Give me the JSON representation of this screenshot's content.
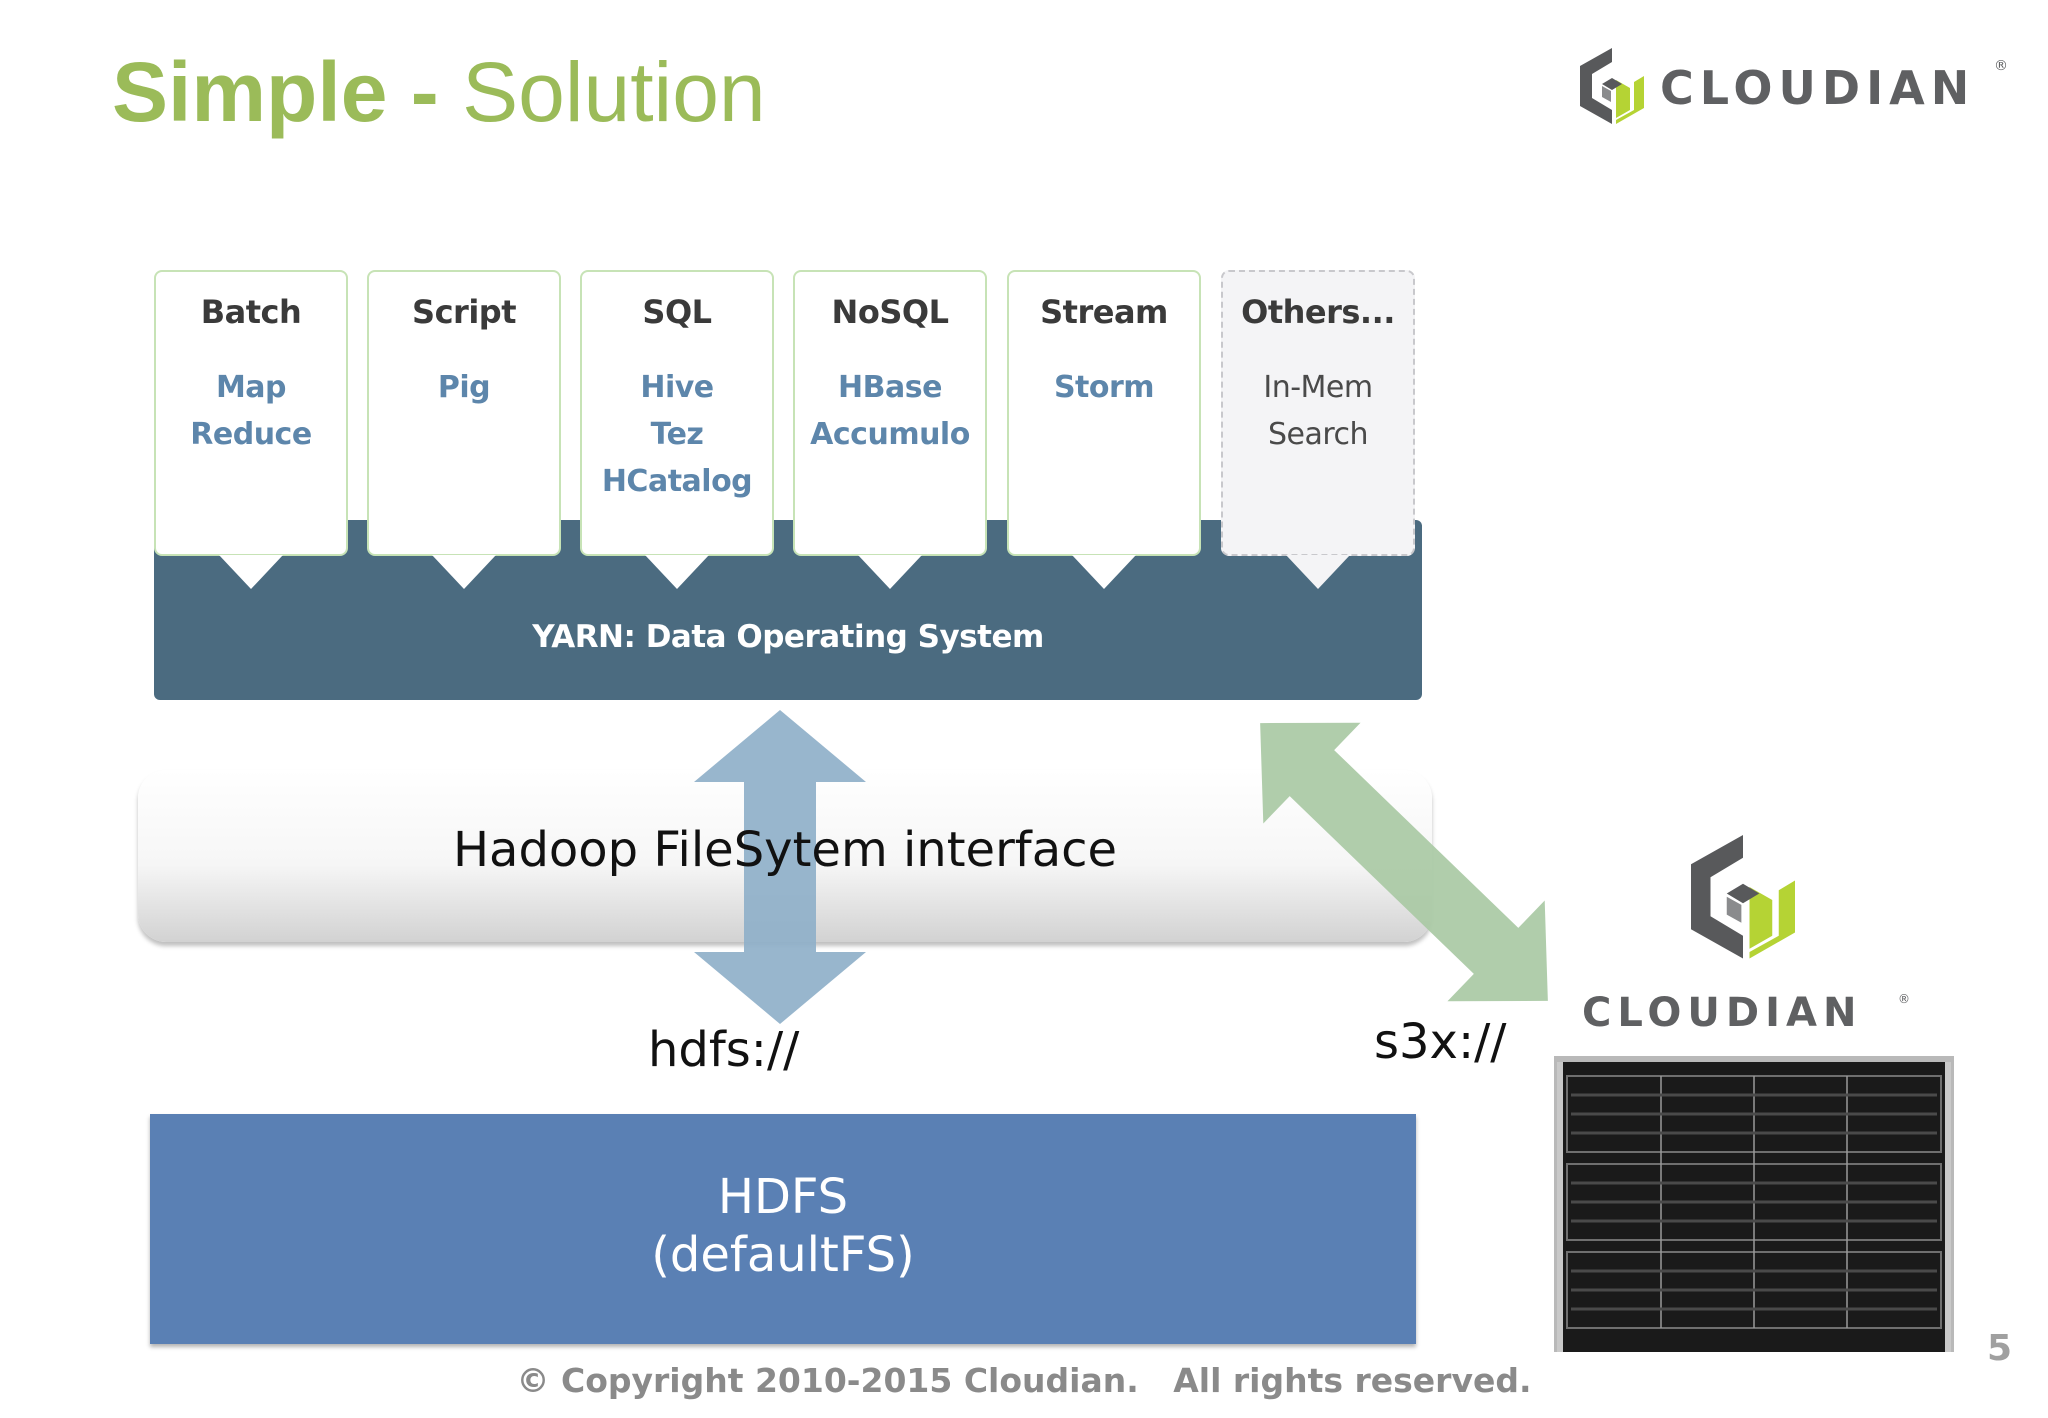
{
  "slide": {
    "title_bold": "Simple -",
    "title_light": "Solution",
    "page_number": "5",
    "copyright": "© Copyright 2010-2015 Cloudian.   All rights reserved."
  },
  "logo": {
    "brand": "CLOUDIAN",
    "reg_mark": "®",
    "colors": {
      "dark": "#58595b",
      "lime": "#b5d334"
    }
  },
  "yarn": {
    "label": "YARN: Data Operating System",
    "tiles": [
      {
        "head": "Batch",
        "items": [
          "Map",
          "Reduce"
        ]
      },
      {
        "head": "Script",
        "items": [
          "Pig"
        ]
      },
      {
        "head": "SQL",
        "items": [
          "Hive",
          "Tez",
          "HCatalog"
        ]
      },
      {
        "head": "NoSQL",
        "items": [
          "HBase",
          "Accumulo"
        ]
      },
      {
        "head": "Stream",
        "items": [
          "Storm"
        ]
      },
      {
        "head": "Others...",
        "items": [
          "In-Mem",
          "Search"
        ]
      }
    ]
  },
  "interface": {
    "label": "Hadoop FileSytem interface"
  },
  "protocols": {
    "hdfs": "hdfs://",
    "s3x": "s3x://"
  },
  "hdfs": {
    "line1": "HDFS",
    "line2": "(defaultFS)"
  },
  "colors": {
    "title": "#9bbb59",
    "yarn_bar": "#4b6b80",
    "tile_border": "#c7e3b6",
    "tile_item": "#5d86ab",
    "hdfs_box": "#5a80b4",
    "blue_arrow": "#8fb0c9",
    "green_arrow": "#a9c9a4"
  }
}
